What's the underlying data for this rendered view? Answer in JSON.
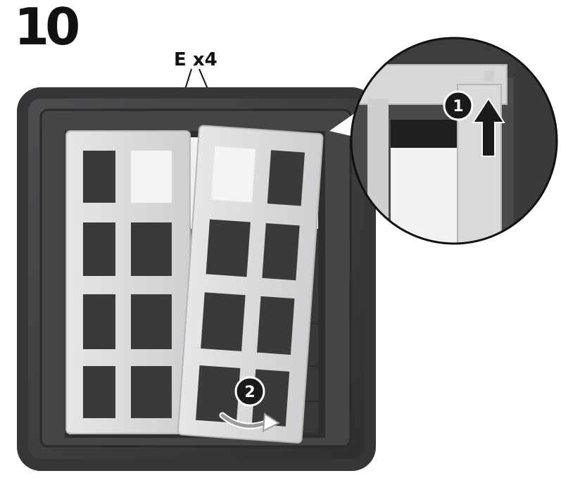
{
  "step": {
    "number": "10"
  },
  "part": {
    "label": "E x4"
  },
  "callouts": [
    {
      "number": "1",
      "action": "arrow-up"
    },
    {
      "number": "2",
      "action": "arrow-curved-right"
    }
  ],
  "colors": {
    "frame_dark": "#3b3b3d",
    "frame_mid": "#4a4a4c",
    "grille_light": "#dedee0",
    "grille_shadow": "#b9b9bc",
    "badge": "#1a1a1a"
  }
}
